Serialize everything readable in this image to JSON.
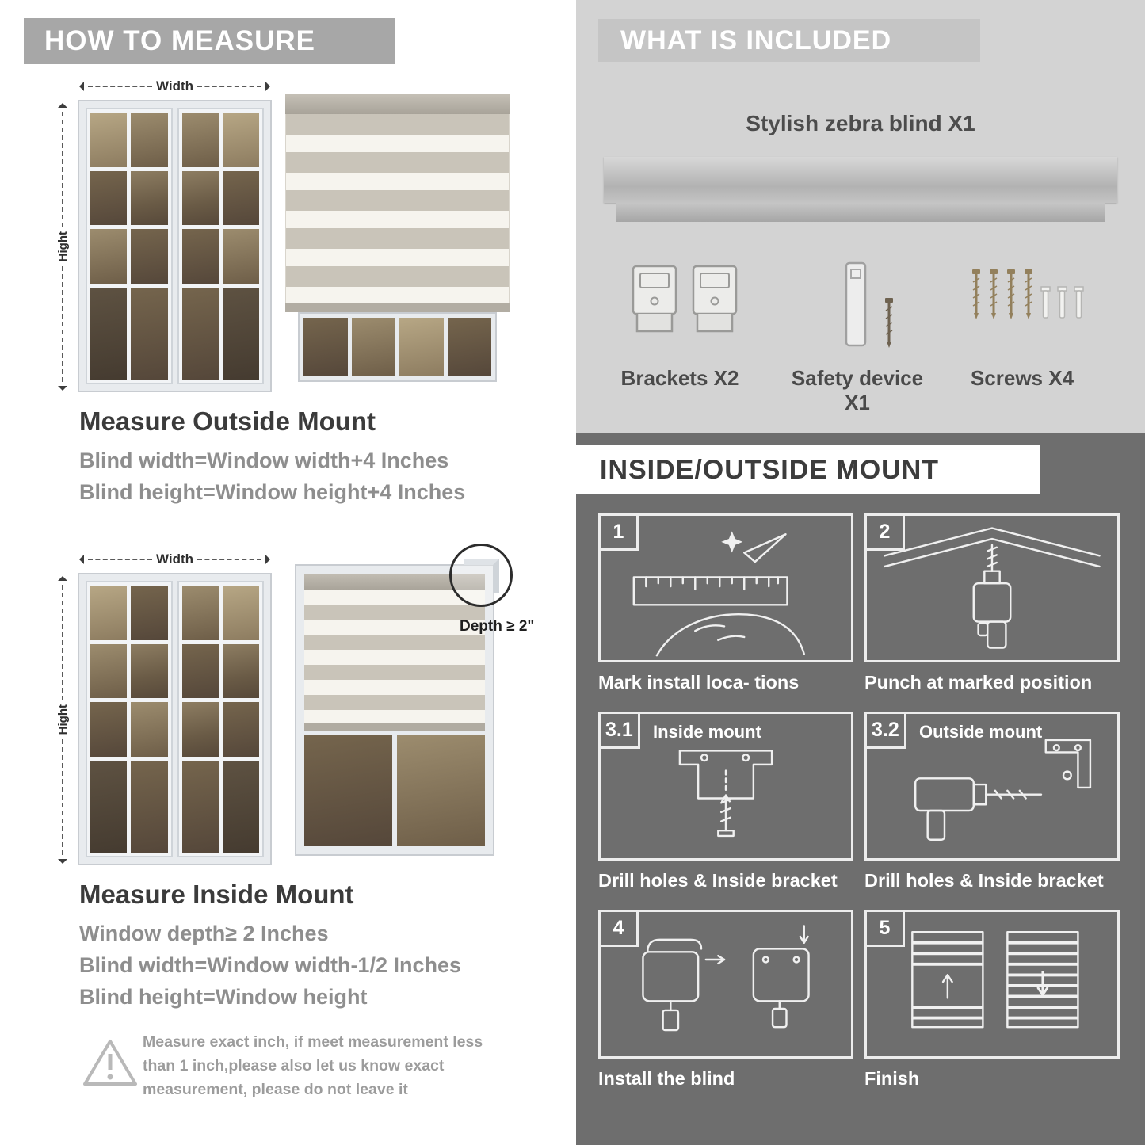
{
  "how_to_measure": {
    "header": "HOW TO MEASURE",
    "width_label": "Width",
    "height_label": "Hight",
    "outside": {
      "title": "Measure Outside Mount",
      "lines": [
        "Blind width=Window width+4 Inches",
        "Blind height=Window height+4 Inches"
      ]
    },
    "inside": {
      "depth_callout": "Depth ≥ 2\"",
      "title": "Measure Inside Mount",
      "lines": [
        "Window depth≥ 2 Inches",
        "Blind width=Window width-1/2 Inches",
        "Blind height=Window height"
      ]
    },
    "warning_text": "Measure exact inch, if meet measurement less than 1 inch,please also let us know exact measurement, please do not leave it"
  },
  "included": {
    "header": "WHAT IS INCLUDED",
    "blind_label": "Stylish zebra blind X1",
    "items": [
      {
        "label": "Brackets X2"
      },
      {
        "label": "Safety device X1"
      },
      {
        "label": "Screws X4"
      }
    ]
  },
  "mount_guide": {
    "header": "INSIDE/OUTSIDE MOUNT",
    "steps": [
      {
        "num": "1",
        "title": "",
        "caption": "Mark install loca- tions"
      },
      {
        "num": "2",
        "title": "",
        "caption": "Punch at  marked position"
      },
      {
        "num": "3.1",
        "title": "Inside mount",
        "caption": "Drill holes &  Inside bracket"
      },
      {
        "num": "3.2",
        "title": "Outside mount",
        "caption": "Drill holes &  Inside bracket"
      },
      {
        "num": "4",
        "title": "",
        "caption": "Install the blind"
      },
      {
        "num": "5",
        "title": "",
        "caption": "Finish"
      }
    ]
  },
  "colors": {
    "left_header_bg": "#a7a7a7",
    "right_panel_bg": "#d3d3d3",
    "dark_panel_bg": "#6e6e6e",
    "title_text": "#3b3b3b",
    "body_text": "#8e8e8e"
  }
}
